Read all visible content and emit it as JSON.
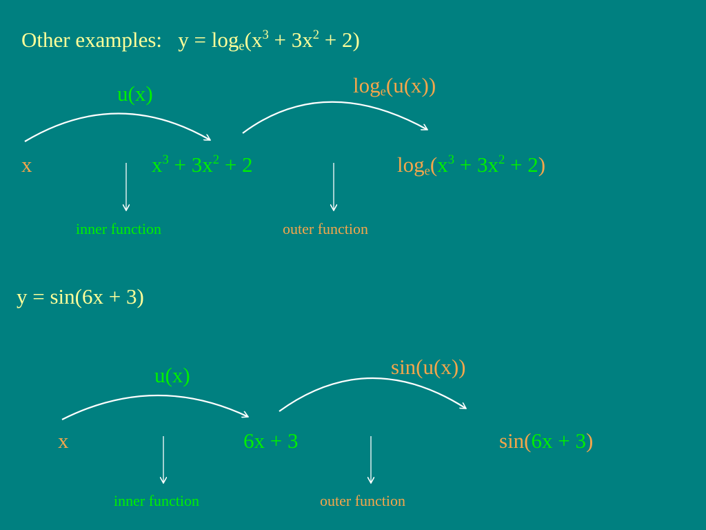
{
  "colors": {
    "background": "#008080",
    "title_text": "#FFFF99",
    "orange_text": "#F5A64B",
    "green_text": "#00F000",
    "arrow": "#FFFFFF"
  },
  "example1": {
    "intro": "Other examples:",
    "equation": {
      "lhs": "y = log",
      "base": "e",
      "open": "(x",
      "exp1": "3",
      "mid": " + 3x",
      "exp2": "2",
      "tail": " + 2)"
    },
    "u_label": "u(x)",
    "outer_label": {
      "pre": "log",
      "base": "e",
      "post": "(u(x))"
    },
    "x_label": "x",
    "inner_expr": {
      "a": "x",
      "exp1": "3",
      "b": " + 3x",
      "exp2": "2",
      "c": " + 2"
    },
    "result": {
      "pre": "log",
      "base": "e",
      "open": "(",
      "a": "x",
      "exp1": "3",
      "b": " + 3x",
      "exp2": "2",
      "c": " + 2",
      "close": ")"
    },
    "inner_function_label": "inner function",
    "outer_function_label": "outer function"
  },
  "example2": {
    "equation": "y = sin(6x + 3)",
    "u_label": "u(x)",
    "outer_label": "sin(u(x))",
    "x_label": "x",
    "inner_expr": "6x + 3",
    "result": {
      "pre": "sin(",
      "inner": "6x + 3",
      "close": ")"
    },
    "inner_function_label": "inner function",
    "outer_function_label": "outer function"
  }
}
